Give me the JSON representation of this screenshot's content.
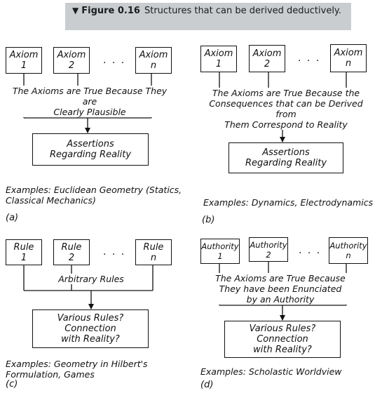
{
  "caption": {
    "figure": "Figure 0.16",
    "text": "Structures that can be derived deductively."
  },
  "panels": {
    "a": {
      "label": "(a)",
      "inputs": [
        "Axiom\n1",
        "Axiom\n2",
        "Axiom\nn"
      ],
      "ellipsis": ". . .",
      "reason": "The Axioms are True Because They are\nClearly Plausible",
      "output": "Assertions\nRegarding Reality",
      "examples": "Examples: Euclidean Geometry (Statics,\nClassical Mechanics)"
    },
    "b": {
      "label": "(b)",
      "inputs": [
        "Axiom\n1",
        "Axiom\n2",
        "Axiom\nn"
      ],
      "ellipsis": ". . .",
      "reason": "The Axioms are True Because the\nConsequences that can be Derived from\nThem Correspond to Reality",
      "output": "Assertions\nRegarding Reality",
      "examples": "Examples: Dynamics, Electrodynamics"
    },
    "c": {
      "label": "(c)",
      "inputs": [
        "Rule\n1",
        "Rule\n2",
        "Rule\nn"
      ],
      "ellipsis": ". . .",
      "reason": "Arbitrary Rules",
      "output": "Various Rules?\nConnection\nwith Reality?",
      "examples": "Examples: Geometry in Hilbert's\nFormulation, Games"
    },
    "d": {
      "label": "(d)",
      "inputs": [
        "Authority\n1",
        "Authority\n2",
        "Authority\nn"
      ],
      "ellipsis": ". . .",
      "reason": "The Axioms are True Because\nThey have been Enunciated\nby an Authority",
      "output": "Various Rules?\nConnection\nwith Reality?",
      "examples": "Examples: Scholastic Worldview"
    }
  }
}
